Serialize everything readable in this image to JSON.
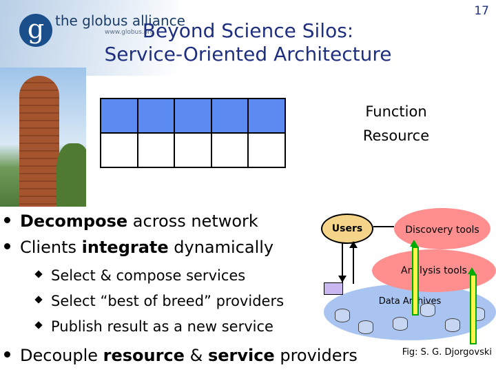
{
  "logo": {
    "mark": "g",
    "name": "the globus alliance",
    "url": "www.globus.org"
  },
  "page_number": "17",
  "title": {
    "line1": "Beyond Science Silos:",
    "line2": "Service-Oriented Architecture"
  },
  "grid": {
    "function_label": "Function",
    "resource_label": "Resource",
    "columns": 5,
    "function_color": "#5b8bf0"
  },
  "bullets": {
    "b1_bold": "Decompose",
    "b1_rest": " across network",
    "b2_pre": "Clients ",
    "b2_bold": "integrate",
    "b2_rest": " dynamically",
    "subs": [
      "Select & compose services",
      "Select “best of breed” providers",
      "Publish result as a new service"
    ],
    "b6_pre": "Decouple ",
    "b6_bold1": "resource",
    "b6_mid": " & ",
    "b6_bold2": "service",
    "b6_rest": " providers"
  },
  "diagram": {
    "users": "Users",
    "discovery": "Discovery tools",
    "analysis": "Analysis tools",
    "archives": "Data Archives",
    "colors": {
      "users": "#f5d58a",
      "tools": "#ff8f8f",
      "archives": "#a9c4f0",
      "bar_fill": "#fff44a",
      "bar_border": "#00aa00"
    }
  },
  "credit": "Fig: S. G. Djorgovski"
}
